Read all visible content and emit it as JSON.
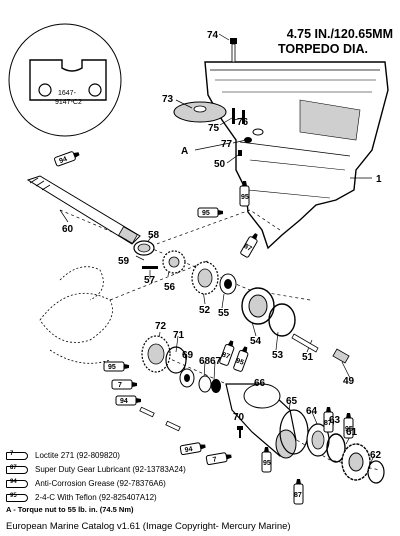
{
  "header": {
    "line1": "4.75 IN./120.65MM",
    "line2": "TORPEDO DIA."
  },
  "inset_label": {
    "line1": "1647-",
    "line2": "9147-C2"
  },
  "note_marker": "A",
  "part_labels": {
    "p1": "1",
    "p49": "49",
    "p50": "50",
    "p51": "51",
    "p52": "52",
    "p53": "53",
    "p54": "54",
    "p55": "55",
    "p56": "56",
    "p57": "57",
    "p58": "58",
    "p59": "59",
    "p60": "60",
    "p61": "61",
    "p62": "62",
    "p63": "63",
    "p64": "64",
    "p65": "65",
    "p66": "66",
    "p67": "67",
    "p68": "68",
    "p69": "69",
    "p70": "70",
    "p71": "71",
    "p72": "72",
    "p73": "73",
    "p74": "74",
    "p75": "75",
    "p76": "76",
    "p77": "77"
  },
  "tube_codes": {
    "c7": "7",
    "c87": "87",
    "c94": "94",
    "c95": "95"
  },
  "legend": [
    {
      "code": "7",
      "text": "Loctite 271 (92-809820)"
    },
    {
      "code": "87",
      "text": "Super Duty Gear Lubricant (92-13783A24)"
    },
    {
      "code": "94",
      "text": "Anti-Corrosion Grease (92-78376A6)"
    },
    {
      "code": "95",
      "text": "2-4-C With Teflon (92-825407A12)"
    }
  ],
  "torque_note": "A - Torque nut to 55 lb. in. (74.5 Nm)",
  "caption": "European Marine Catalog v1.61 (Image Copyright- Mercury Marine)",
  "colors": {
    "ink": "#000000",
    "paper": "#ffffff",
    "shade": "#cfcfcf"
  }
}
